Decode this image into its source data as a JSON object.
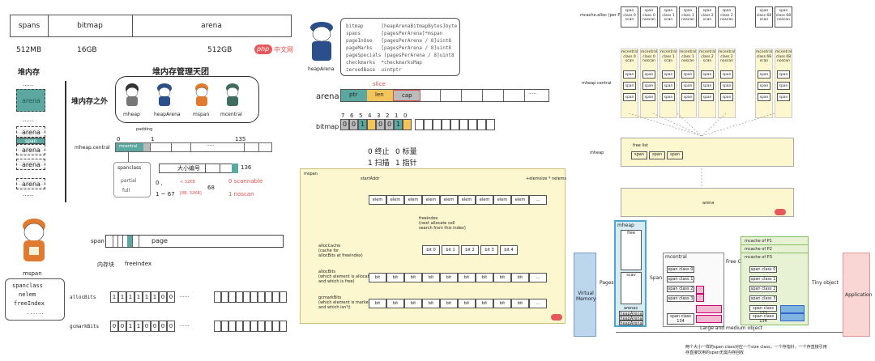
{
  "spans_bar": {
    "labels": [
      "spans",
      "bitmap",
      "arena"
    ],
    "sizes": [
      "512MB",
      "16GB",
      "512GB"
    ]
  },
  "watermark": {
    "logo_text": "php",
    "site_text": "中文网"
  },
  "left_panel": {
    "heap_title": "堆内存",
    "ellipsis": "......",
    "heap_blocks": [
      "arena",
      "arena",
      "span",
      "arena",
      "arena",
      "arena"
    ],
    "team_title": "堆内存管理天团",
    "outside_label": "堆内存之外",
    "characters": [
      "mheap",
      "heapArena",
      "mspan",
      "mcentral"
    ],
    "padding_label": "padding",
    "mheap_central_label": "mheap.central",
    "central_index": [
      "0",
      "1",
      "135"
    ],
    "mcentral_cell": "mcentral",
    "dots": "·····",
    "spanclass_label": "spanclass",
    "size_label": "大小编号",
    "size_count": "136",
    "partial": "partial",
    "full": "full",
    "zero": "0 ,",
    "lt_32kb": "< 32KB",
    "range": "1 ~ 67",
    "range_kb": "[8B, 32KB]",
    "shift": "68",
    "scannable": "0 scannable",
    "noscan": "1 noscan",
    "mspan_char": "mspan",
    "mspan_fields": [
      "spanclass",
      "nelem",
      "freeIndex"
    ],
    "span_label": "span",
    "page_label": "page",
    "inner_block": "内存块",
    "free_index": "freeIndex",
    "alloc_bits_label": "allocBits",
    "alloc_bits": [
      "1",
      "1",
      "1",
      "1",
      "1",
      "1",
      "0",
      "0"
    ],
    "gcmark_bits_label": "gcmarkBits",
    "gcmark_bits": [
      "0",
      "0",
      "1",
      "1",
      "0",
      "0",
      "0",
      "0"
    ]
  },
  "middle_panel": {
    "heaparena_char": "heapArena",
    "code_lines": [
      "bitmap      [heapArenaBitmapBytes]byte",
      "spans       [pagesPerArena]*mspan",
      "pageInUse   [pagesPerArena / 8]uint8",
      "pageMarks   [pagesPerArena / 8]uint8",
      "pageSpecials [pagesPerArena / 8]uint8",
      "checkmarks  *checkmarksMap",
      "zeroedBase  uintptr"
    ],
    "slice_label": "slice",
    "arena_label": "arena",
    "arena_cells": [
      "ptr",
      "len",
      "cap"
    ],
    "bitmap_label": "bitmap",
    "bitmap_index": [
      "7",
      "6",
      "5",
      "4",
      "3",
      "2",
      "1",
      "0"
    ],
    "bitmap_values": [
      "0",
      "0",
      "1",
      "",
      "0",
      "0",
      "1",
      ""
    ],
    "stop_label": "0 终止",
    "scan_label": "1 扫描",
    "flag_label": "0 标量",
    "ptr_label": "1 指针",
    "mspan_title": "mspan",
    "start_addr": "startAddr",
    "elemsize": "+elemsize * nelems",
    "elem": "elem",
    "freeindex_note": "freeindex\n(next allocate cell\nsearch from this index)",
    "alloc_cache_label": "allocCache\n(cache for\nallocBits at freeindex)",
    "bits": [
      "bit 0",
      "bit 1",
      "bit 2",
      "bit 3",
      "bit 4"
    ],
    "alloc_bits_note": "allocBits\n(which element is allocated\nand which is free)",
    "gcmark_note": "gcmarkBits\n(which element is marked,\nand which isn't)",
    "bit": "bit"
  },
  "right_top": {
    "mcache_label": "mcache.alloc (per P)",
    "span_labels": [
      [
        "span",
        "class 0",
        "scan"
      ],
      [
        "span",
        "class 0",
        "noscan"
      ],
      [
        "span",
        "class 1",
        "scan"
      ],
      [
        "span",
        "class 1",
        "noscan"
      ],
      [
        "span",
        "class 2",
        "scan"
      ],
      [
        "span",
        "class 2",
        "noscan"
      ],
      [
        "span",
        "class 68",
        "scan"
      ],
      [
        "span",
        "class 68",
        "noscan"
      ]
    ],
    "mcentral_labels": [
      [
        "mcentral",
        "class 0",
        "scan"
      ],
      [
        "mcentral",
        "class 0",
        "noscan"
      ],
      [
        "mcentral",
        "class 1",
        "scan"
      ],
      [
        "mcentral",
        "class 1",
        "noscan"
      ],
      [
        "mcentral",
        "class 2",
        "scan"
      ],
      [
        "mcentral",
        "class 2",
        "noscan"
      ],
      [
        "mcentral",
        "class 68",
        "scan"
      ],
      [
        "mcentral",
        "class 68",
        "noscan"
      ]
    ],
    "mheap_central_label": "mheap.central",
    "span": "span",
    "mheap_label": "mheap",
    "free_list": "free list",
    "arena": "arena"
  },
  "right_bottom": {
    "virtual_memory": "Virtual Memory",
    "pages": "Pages",
    "mheap": "mheap",
    "free": "free",
    "scav": "scav",
    "arenas": "arenas",
    "heap_arena": "heapArena",
    "span": "Span",
    "mcentral": "mcentral",
    "span_classes": [
      "span class 0",
      "span class 1",
      "span class 2",
      "span class 3"
    ],
    "span_class_133": "span class 133",
    "span_class_134": "span class 134",
    "free_object": "Free Object",
    "mcache": [
      "mcache of P1",
      "mcache of P2",
      "mcache of P3"
    ],
    "tiny_object": "Tiny object",
    "application": "Application",
    "large_object": "Large and medium object",
    "caption_line1": "两个大小一样的span class对应一个size class，一个存指针，一个存直接引用",
    "caption_line2": "存直接饮用的span无需内存回收"
  }
}
